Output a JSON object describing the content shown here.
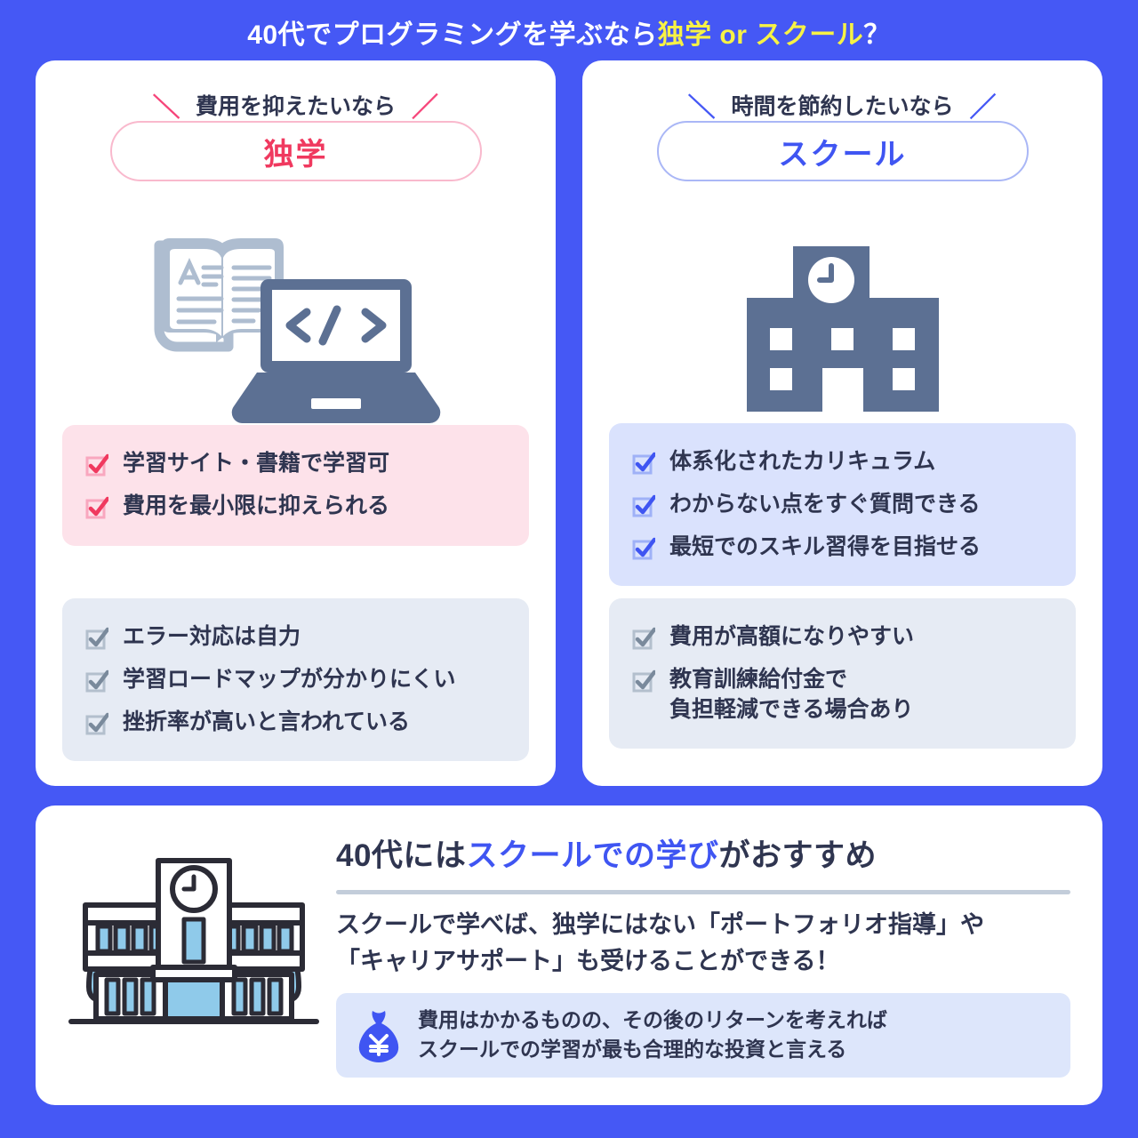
{
  "title": {
    "before": "40代でプログラミングを学ぶなら",
    "highlight": "独学 or スクール",
    "after": "？"
  },
  "colors": {
    "background": "#4558f5",
    "title_highlight": "#f7f245",
    "pink_accent": "#f0395f",
    "blue_accent": "#3f55f2",
    "pink_box": "#fde2ea",
    "blue_box": "#dae2fd",
    "gray_box": "#e6ebf4",
    "text": "#2f3550",
    "icon_dark": "#5c7093",
    "icon_light": "#aebdd0"
  },
  "cards": [
    {
      "kicker": "費用を抑えたいなら",
      "slash_left": "＼",
      "slash_right": "／",
      "label": "独学",
      "illustration": "book-and-laptop-icon",
      "pros": [
        "学習サイト・書籍で学習可",
        "費用を最小限に抑えられる"
      ],
      "cons": [
        "エラー対応は自力",
        "学習ロードマップが分かりにくい",
        "挫折率が高いと言われている"
      ]
    },
    {
      "kicker": "時間を節約したいなら",
      "slash_left": "＼",
      "slash_right": "／",
      "label": "スクール",
      "illustration": "school-building-icon",
      "pros": [
        "体系化されたカリキュラム",
        "わからない点をすぐ質問できる",
        "最短でのスキル習得を目指せる"
      ],
      "cons": [
        "費用が高額になりやすい",
        "教育訓練給付金で\n負担軽減できる場合あり"
      ]
    }
  ],
  "bottom": {
    "illustration": "school-building-illustration",
    "heading_before": "40代には",
    "heading_highlight": "スクールでの学び",
    "heading_after": "がおすすめ",
    "body": "スクールで学べば、独学にはない「ポートフォリオ指導」や\n「キャリアサポート」も受けることができる！",
    "callout_icon": "money-bag-icon",
    "callout_currency": "¥",
    "callout_text": "費用はかかるものの、その後のリターンを考えれば\nスクールでの学習が最も合理的な投資と言える"
  }
}
